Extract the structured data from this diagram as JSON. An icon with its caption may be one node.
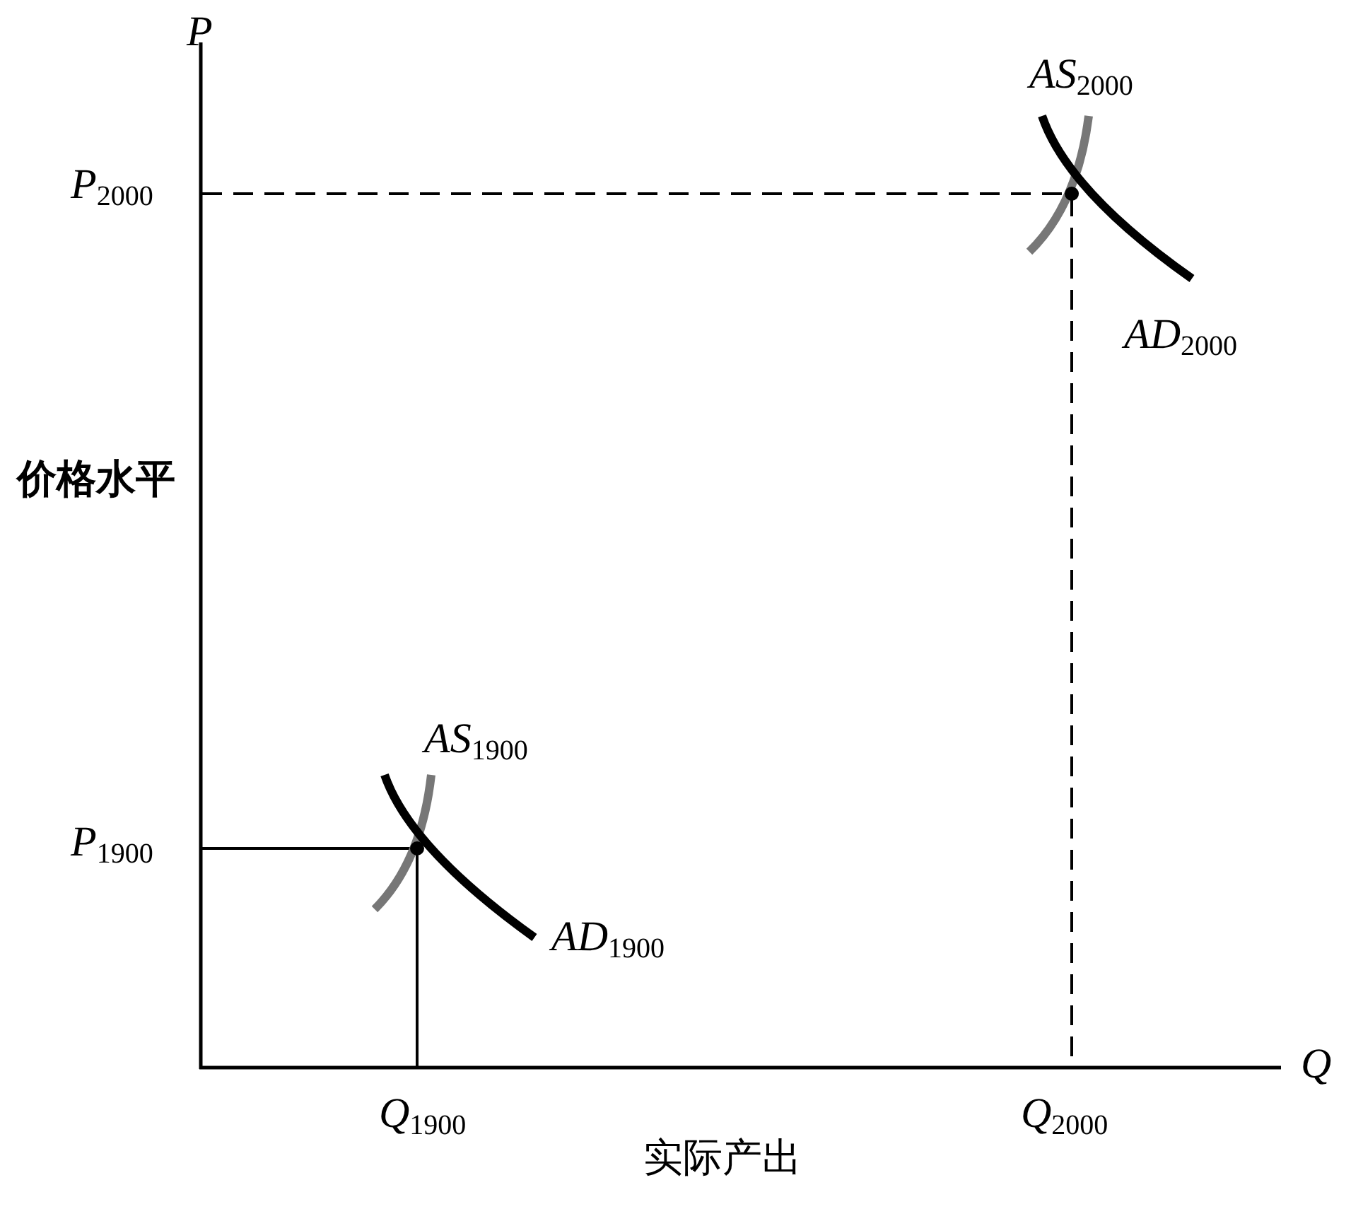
{
  "diagram": {
    "labels": [
      "P",
      "*AS*$_{2000}$",
      "*P*$_{2000}$",
      "*AD*$_{2000}$",
      "价格水平",
      "*AS*$_{1900}$",
      "*P*$_{1900}$",
      "*AD*$_{1900}$",
      "Q",
      "*Q*$_{1900}$",
      "*Q*$_{2000}$",
      "实际产出"
    ]
  }
}
